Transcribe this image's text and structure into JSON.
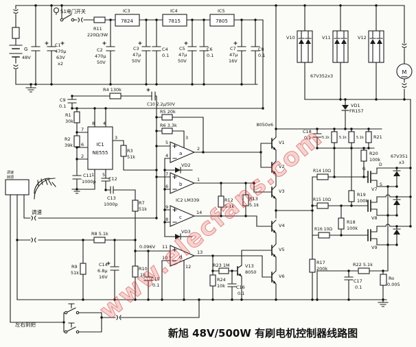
{
  "caption": "新旭 48V/500W 有刷电机控制器线路图",
  "watermark": "www.elecfans.com",
  "L": {
    "s1": "S1电门开关",
    "bat_g": "G",
    "bat_v": "48V",
    "c1": "C1",
    "c1a": "470μ",
    "c1b": "63V",
    "c1c": "x2",
    "r11": "R11",
    "r11v": "220Ω/3W",
    "ic3": "IC3",
    "ic3v": "7824",
    "ic4": "IC4",
    "ic4v": "7815",
    "ic5": "IC5",
    "ic5v": "7805",
    "c2": "C2",
    "c2a": "470μ",
    "c2b": "50V",
    "c3": "C3",
    "c3a": "47μ",
    "c3b": "50V",
    "c4": "C4",
    "c4a": "0.1",
    "c5": "C5",
    "c5a": "47μ",
    "c5b": "50V",
    "c6": "C6",
    "c6a": "0.1",
    "c7": "C7",
    "c7a": "47μ",
    "c7b": "16V",
    "c8": "C8",
    "c8a": "0.1",
    "v10": "V10",
    "v11": "V11",
    "v12": "V12",
    "d352": "67V352x3",
    "motor": "M",
    "r4": "R4 130k",
    "c9": "C9",
    "c9a": "0.1",
    "c10": "C10 2.2μ/50V",
    "r5": "R5 20k",
    "r6": "R6 3.3k",
    "r1": "R1",
    "r1v": "30k",
    "r2": "R2",
    "r2v": "39k",
    "ic1": "IC1",
    "ic1v": "NE555",
    "p8": "8",
    "p4": "4",
    "p7": "7",
    "p6": "6",
    "p2": "2",
    "p3": "3",
    "p1": "1",
    "p5": "5",
    "r3": "R3",
    "r3v": "51k",
    "c11": "C11",
    "c11v": "1000p",
    "c12": "C12",
    "c13": "C13",
    "c13v": "1000p",
    "r7": "R7",
    "r7v": "51k",
    "ca": "a",
    "cb": "b",
    "cc": "c",
    "cd": "d",
    "a_p": "5",
    "a_m": "4",
    "a_t": "3",
    "a_o": "2",
    "b_p": "7",
    "b_m": "6",
    "b_o": "1",
    "c_p": "9",
    "c_m": "8",
    "c_o": "14",
    "d_p": "11",
    "d_m": "10",
    "d_o": "13",
    "d_b": "12",
    "vd2": "VD2",
    "vd3": "VD3",
    "ic2": "IC2 LM339",
    "vref": "0.096V",
    "c15": "C15",
    "c15v": "0.1",
    "r8": "R8 5.1k",
    "r9": "R9",
    "r9v": "51k",
    "c14": "C14",
    "c14a": "6.8μ",
    "c14b": "16V",
    "r10": "R10",
    "r10v": "1k",
    "r23": "R23 1M",
    "r24": "R24",
    "r24v": "10k",
    "v13": "V13",
    "v13v": "8050",
    "c16": "C16",
    "c16v": "0.1",
    "r12": "R12",
    "r12v": "5.1k",
    "r13": "R13",
    "r13v": "5.1k",
    "bank": "8050x6",
    "v1": "V1",
    "v2": "V2",
    "v3": "V3",
    "v4": "V4",
    "v5": "V5",
    "v6": "V6",
    "c18": "C18",
    "c18v": "0.1",
    "vd1": "VD1",
    "vd1v": "FR157",
    "rg1": "5.1k",
    "rg2": "5.1k",
    "rg3": "5.1k",
    "r21": "R21",
    "r20": "R20",
    "r20v": "100k",
    "r19": "R19",
    "r19v": "100k",
    "r18": "R18",
    "r18v": "100k",
    "r14": "R14 10Ω",
    "r15": "R15 10Ω",
    "r16": "R16 10Ω",
    "mos": "67V351",
    "mosx": "x3",
    "dD": "D",
    "dS": "S",
    "dG": "G",
    "r17": "R17",
    "r17v": "200k",
    "r22": "R22 5.1k",
    "c17": "C17",
    "c17v": "0.1",
    "ro": "Ro",
    "rov": "0.005",
    "v7": "V7",
    "v8": "V8",
    "v9": "V9",
    "tiaosu": "调速",
    "brake": "左右刹把",
    "thr1": "调速",
    "thr2": "转把"
  }
}
